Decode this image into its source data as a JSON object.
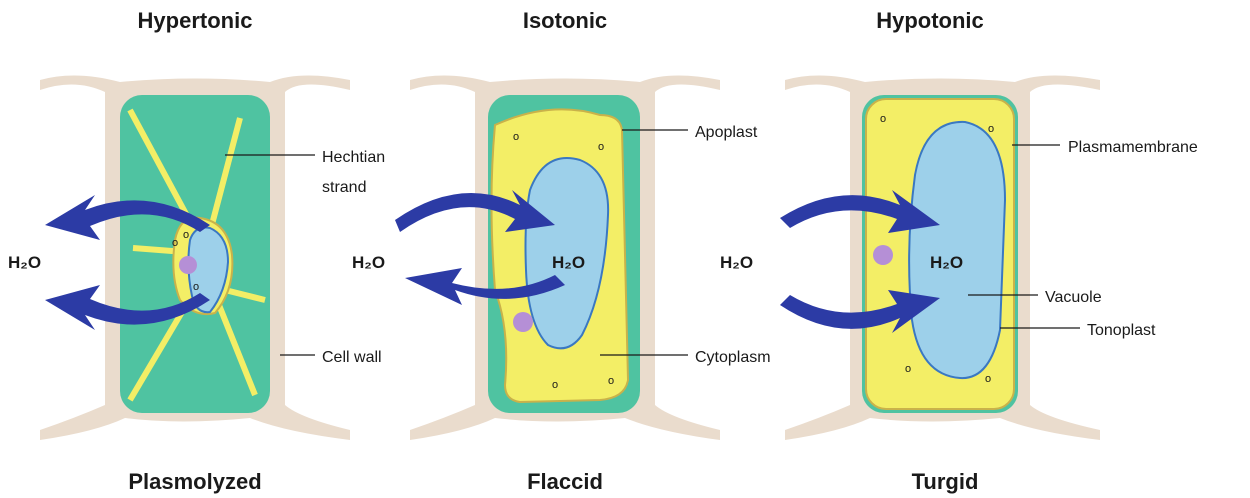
{
  "panels": [
    {
      "condition": "Hypertonic",
      "state": "Plasmolyzed"
    },
    {
      "condition": "Isotonic",
      "state": "Flaccid"
    },
    {
      "condition": "Hypotonic",
      "state": "Turgid"
    }
  ],
  "water_label": "H₂O",
  "labels": {
    "hechtian_line1": "Hechtian",
    "hechtian_line2": "strand",
    "cell_wall": "Cell wall",
    "apoplast": "Apoplast",
    "cytoplasm": "Cytoplasm",
    "plasmamembrane": "Plasmamembrane",
    "vacuole": "Vacuole",
    "tonoplast": "Tonoplast"
  },
  "organelle_label": "o",
  "colors": {
    "cell_wall": "#eadccd",
    "apoplast": "#4fc3a1",
    "cytoplasm": "#f3ee66",
    "vacuole": "#9dd0ea",
    "arrow": "#2c3ba5",
    "nucleus": "#b58fd6"
  }
}
